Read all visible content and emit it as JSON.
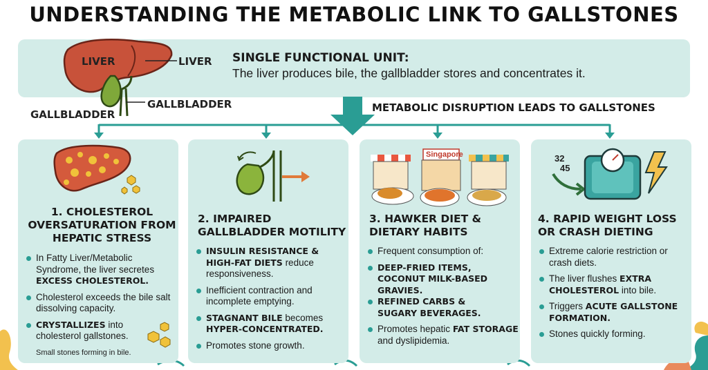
{
  "title": "UNDERSTANDING THE METABOLIC LINK TO GALLSTONES",
  "top": {
    "liver_label_on_organ": "LIVER",
    "liver_label": "LIVER",
    "gallbladder_label_left": "GALLBLADDER",
    "gallbladder_label_right": "GALLBLADDER",
    "unit_title": "SINGLE FUNCTIONAL UNIT:",
    "unit_text": "The liver produces bile, the gallbladder stores and concentrates it.",
    "disruption": "METABOLIC DISRUPTION LEADS TO GALLSTONES"
  },
  "cards": [
    {
      "title": "1. CHOLESTEROL OVERSATURATION FROM HEPATIC STRESS",
      "bullets": [
        {
          "pre": "In Fatty Liver/Metabolic Syndrome, the liver secretes ",
          "bold": "EXCESS CHOLESTEROL.",
          "post": ""
        },
        {
          "pre": "Cholesterol exceeds the bile salt dissolving capacity.",
          "bold": "",
          "post": ""
        },
        {
          "pre": "",
          "bold": "CRYSTALLIZES",
          "post": " into cholesterol gallstones."
        }
      ],
      "note": "Small stones forming in bile."
    },
    {
      "title": "2. IMPAIRED GALLBLADDER MOTILITY",
      "bullets": [
        {
          "pre": "",
          "bold": "INSULIN RESISTANCE & HIGH-FAT DIETS",
          "post": " reduce responsiveness."
        },
        {
          "pre": "Inefficient contraction and incomplete emptying.",
          "bold": "",
          "post": ""
        },
        {
          "pre": "",
          "bold": "STAGNANT BILE",
          "post": " becomes"
        },
        {
          "pre": "Promotes stone growth.",
          "bold": "",
          "post": ""
        }
      ],
      "bullet3_line2": "HYPER-CONCENTRATED."
    },
    {
      "title": "3. HAWKER DIET & DIETARY HABITS",
      "sign": "Singapore",
      "bullets": [
        {
          "pre": "Frequent consumption of:",
          "bold": "",
          "post": ""
        },
        {
          "pre": "",
          "bold": "DEEP-FRIED ITEMS, COCONUT MILK-BASED GRAVIES.",
          "post": ""
        },
        {
          "pre": "",
          "bold": "",
          "post": ""
        },
        {
          "pre": "Promotes hepatic ",
          "bold": "FAT STORAGE",
          "post": " and dyslipidemia."
        }
      ],
      "plain_lines": [
        "REFINED CARBS &",
        "SUGARY BEVERAGES."
      ]
    },
    {
      "title": "4. RAPID WEIGHT LOSS OR CRASH DIETING",
      "scale_numbers": [
        "32",
        "45"
      ],
      "bullets": [
        {
          "pre": "Extreme calorie restriction or crash diets.",
          "bold": "",
          "post": ""
        },
        {
          "pre": "The liver flushes ",
          "bold": "EXTRA CHOLESTEROL",
          "post": " into bile."
        },
        {
          "pre": "Triggers ",
          "bold": "ACUTE GALLSTONE FORMATION.",
          "post": ""
        },
        {
          "pre": "Stones quickly forming.",
          "bold": "",
          "post": ""
        }
      ]
    }
  ],
  "colors": {
    "panel": "#d3ece8",
    "accent": "#2a9d94",
    "liver": "#c8523a",
    "gallbladder": "#7fa83a",
    "fat": "#e6b530"
  }
}
